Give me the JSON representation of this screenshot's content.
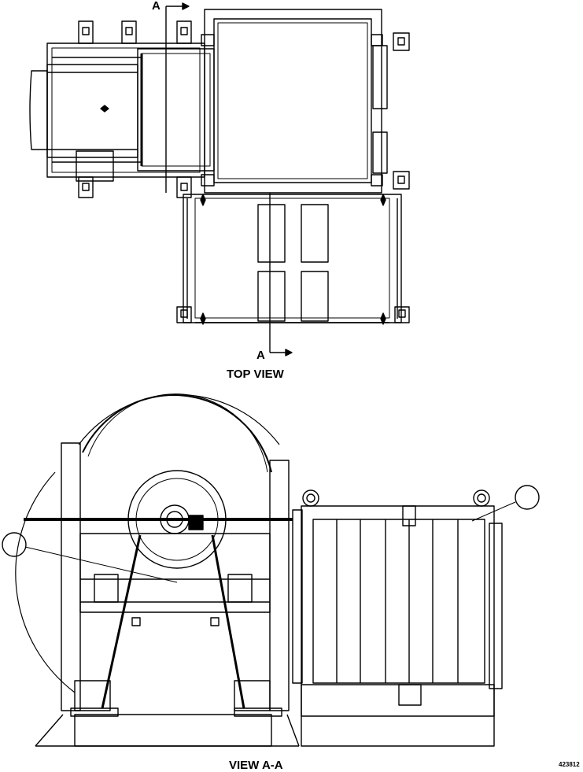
{
  "labels": {
    "section_top": "A",
    "section_bottom": "A",
    "top_view": "TOP VIEW",
    "view_aa": "VIEW A-A",
    "figure_id": "423812"
  },
  "callouts": [
    {
      "id": "callout-left",
      "text": ""
    },
    {
      "id": "callout-right",
      "text": ""
    }
  ]
}
